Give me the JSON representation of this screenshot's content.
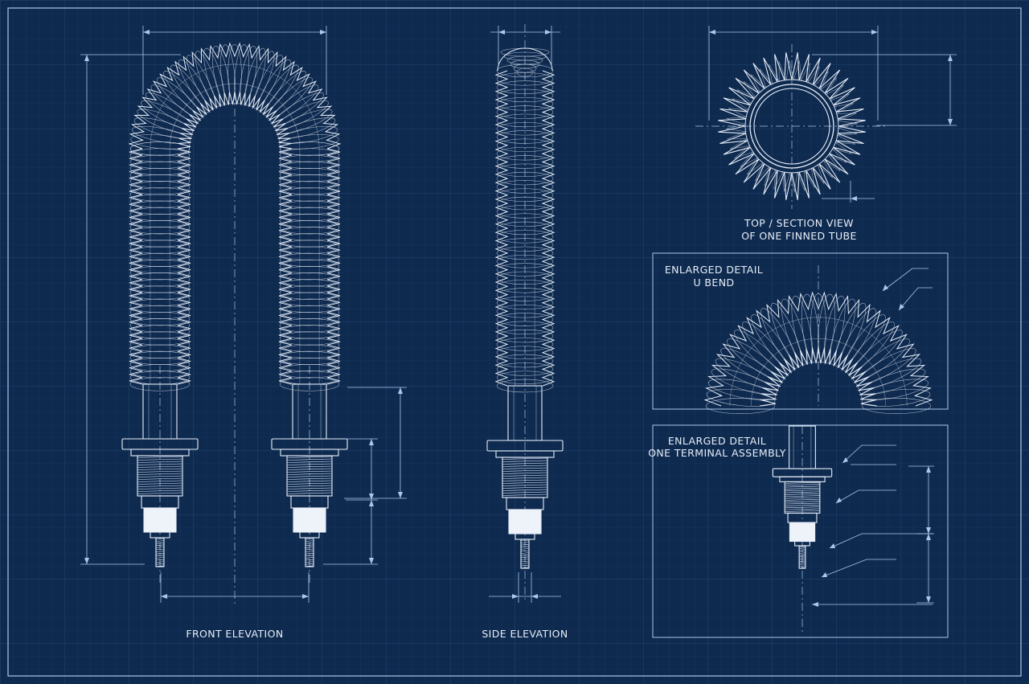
{
  "colors": {
    "background": "#0f2a4f",
    "grid_minor": "#1b3a64",
    "grid_major": "#244a78",
    "line": "#e6eef8",
    "dimension": "#a9c8ea",
    "text": "#e6eef8"
  },
  "views": {
    "front": {
      "label": "FRONT ELEVATION"
    },
    "side": {
      "label": "SIDE ELEVATION"
    },
    "top": {
      "label_line1": "TOP / SECTION VIEW",
      "label_line2": "OF ONE FINNED TUBE"
    },
    "ubend": {
      "label_line1": "ENLARGED DETAIL",
      "label_line2": "U BEND"
    },
    "terminal": {
      "label_line1": "ENLARGED DETAIL",
      "label_line2": "ONE TERMINAL ASSEMBLY"
    }
  }
}
